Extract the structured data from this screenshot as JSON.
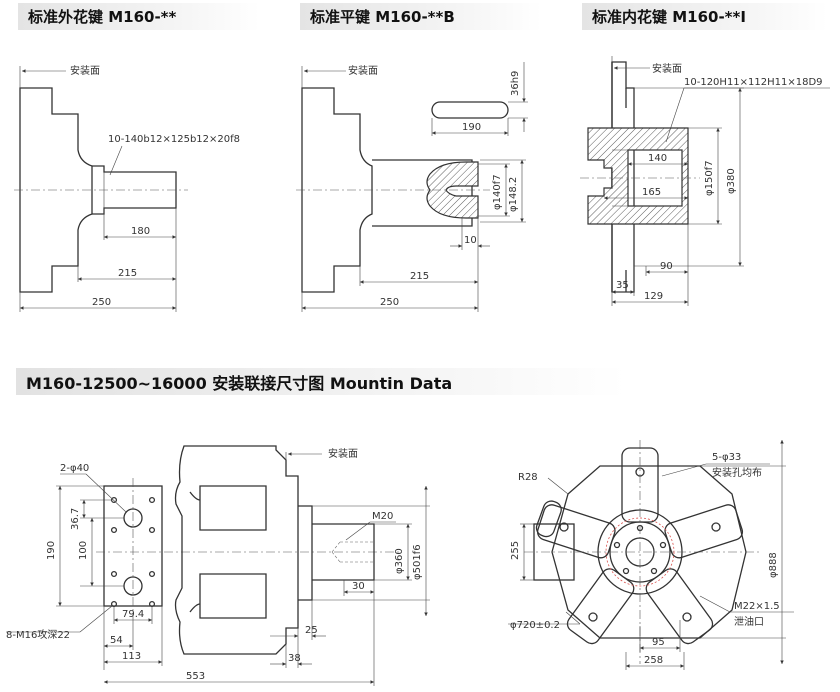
{
  "headers": {
    "outer_spline": "标准外花键 M160-**",
    "flat_key": "标准平键 M160-**B",
    "inner_spline": "标准内花键 M160-**I",
    "mounting": "M160-12500~16000 安装联接尺寸图 Mountin Data"
  },
  "outer_spline": {
    "mount_face": "安装面",
    "spline_spec": "10-140b12×125b12×20f8",
    "d180": "180",
    "d215": "215",
    "d250": "250"
  },
  "flat_key": {
    "mount_face": "安装面",
    "key_width": "36h9",
    "key_len": "190",
    "phi140": "φ140f7",
    "phi148": "φ148.2",
    "d10": "10",
    "d215": "215",
    "d250": "250"
  },
  "inner_spline": {
    "mount_face": "安装面",
    "spline_spec": "10-120H11×112H11×18D9",
    "d140": "140",
    "d165": "165",
    "phi150": "φ150f7",
    "phi380": "φ380",
    "d90": "90",
    "d35": "35",
    "d129": "129"
  },
  "side_view": {
    "mount_face": "安装面",
    "holes": "2-φ40",
    "d36_7": "36.7",
    "d100": "100",
    "d190": "190",
    "d79_4": "79.4",
    "tapped": "8-M16攻深22",
    "d54": "54",
    "d113": "113",
    "d553": "553",
    "d25": "25",
    "d38": "38",
    "m20": "M20",
    "d30": "30",
    "phi360": "φ360",
    "phi501": "φ501f6"
  },
  "front_view": {
    "r28": "R28",
    "holes": "5-φ33",
    "holes_note": "安装孔均布",
    "d255": "255",
    "phi720": "φ720±0.2",
    "phi888": "φ888",
    "drain": "M22×1.5",
    "drain_note": "泄油口",
    "d95": "95",
    "d258": "258"
  }
}
